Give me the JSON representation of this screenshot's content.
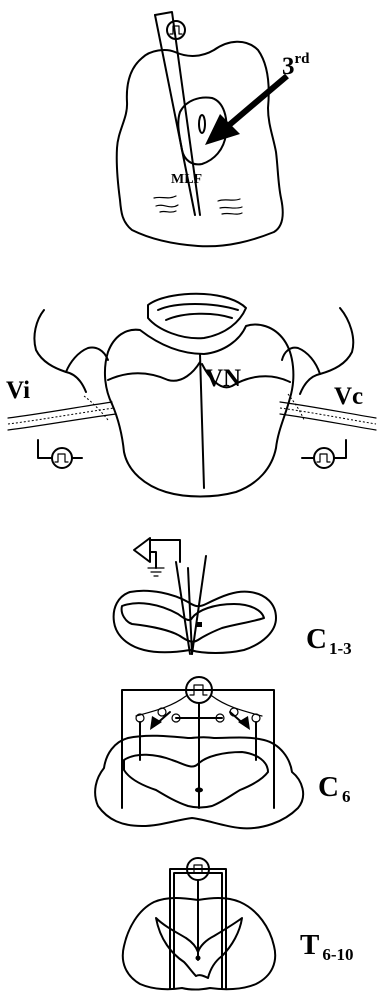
{
  "panels": {
    "brainstem": {
      "target_label": "3",
      "target_sup": "rd",
      "tract_label": "MLF"
    },
    "vestibular": {
      "nucleus_label": "VN",
      "left_nerve_label": "Vi",
      "right_nerve_label": "Vc"
    },
    "c13": {
      "label_main": "C",
      "label_sub": "1-3"
    },
    "c6": {
      "label_main": "C",
      "label_sub": "6"
    },
    "t610": {
      "label_main": "T",
      "label_sub": "6-10"
    }
  }
}
